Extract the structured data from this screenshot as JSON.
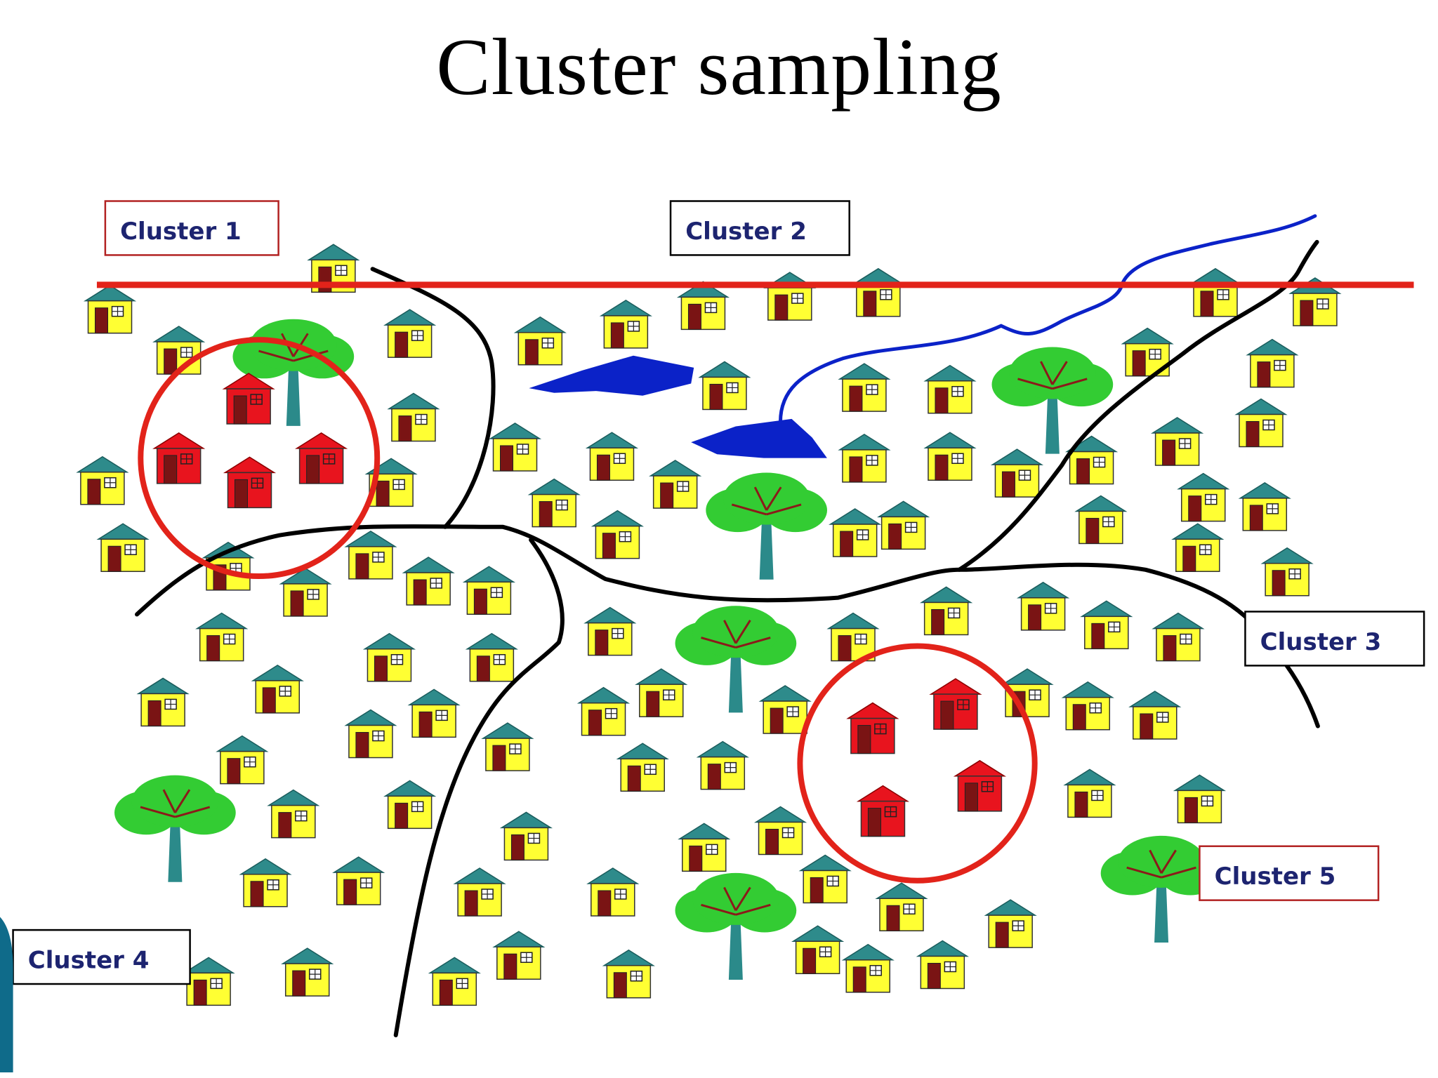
{
  "title": "Cluster sampling",
  "clusters": [
    {
      "label": "Cluster 1",
      "border": "#b22222"
    },
    {
      "label": "Cluster 2",
      "border": "#000000"
    },
    {
      "label": "Cluster 3",
      "border": "#000000"
    },
    {
      "label": "Cluster 4",
      "border": "#000000"
    },
    {
      "label": "Cluster 5",
      "border": "#b22222"
    }
  ],
  "colors": {
    "house_body": "#ffff33",
    "house_roof": "#2e8b8b",
    "house_door": "#7a1414",
    "selected_house": "#e8141e",
    "selection_circle": "#e2231a",
    "boundary_line": "#000000",
    "top_line": "#e2231a",
    "water": "#0b22c8",
    "tree_crown": "#33cc33",
    "tree_trunk": "#2b8a8a",
    "corner_accent": "#0f6b8a"
  }
}
